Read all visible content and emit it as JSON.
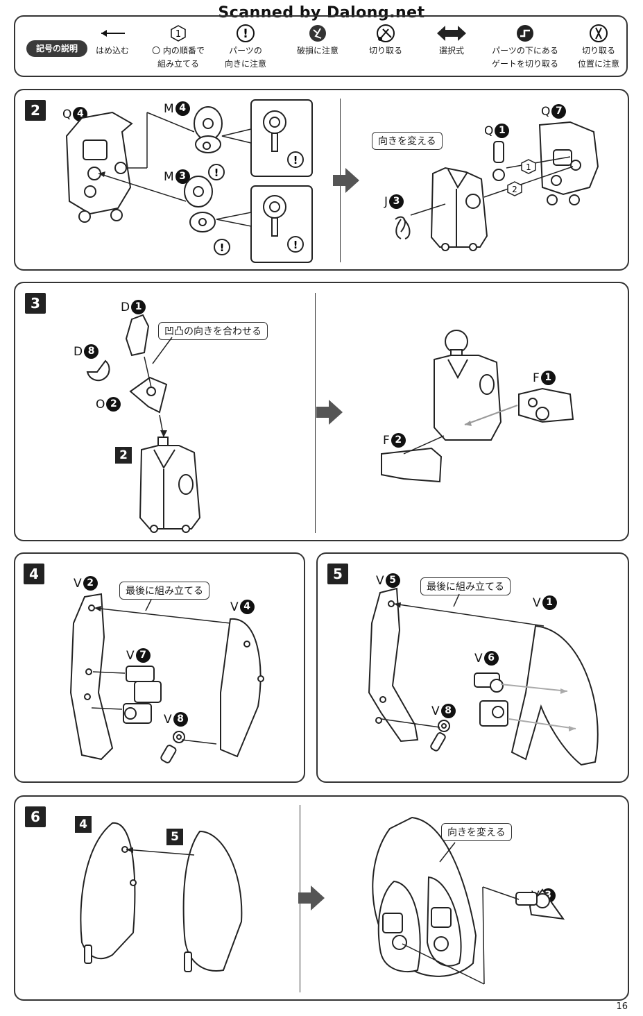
{
  "watermark": "Scanned by Dalong.net",
  "legend": {
    "title": "記号の説明",
    "items": [
      {
        "icon": "insert-arrow-icon",
        "label": "はめ込む"
      },
      {
        "icon": "hexagon-number-icon",
        "label": "〇 内の順番で\n組み立てる"
      },
      {
        "icon": "exclamation-icon",
        "label": "パーツの\n向きに注意"
      },
      {
        "icon": "broken-part-icon",
        "label": "破損に注意"
      },
      {
        "icon": "cut-icon",
        "label": "切り取る"
      },
      {
        "icon": "double-arrow-icon",
        "label": "選択式"
      },
      {
        "icon": "gate-cut-icon",
        "label": "パーツの下にある\nゲートを切り取る"
      },
      {
        "icon": "cut-position-icon",
        "label": "切り取る\n位置に注意"
      }
    ]
  },
  "steps": {
    "s2": {
      "number": "2",
      "parts": {
        "q4": {
          "l": "Q",
          "n": "4"
        },
        "m4": {
          "l": "M",
          "n": "4"
        },
        "m3": {
          "l": "M",
          "n": "3"
        },
        "q1": {
          "l": "Q",
          "n": "1"
        },
        "q7": {
          "l": "Q",
          "n": "7"
        },
        "j3": {
          "l": "J",
          "n": "3"
        }
      },
      "callout": "向きを変える",
      "order_1": "1",
      "order_2": "2",
      "warn": "!"
    },
    "s3": {
      "number": "3",
      "parts": {
        "d1": {
          "l": "D",
          "n": "1"
        },
        "d8": {
          "l": "D",
          "n": "8"
        },
        "o2": {
          "l": "O",
          "n": "2"
        },
        "f1": {
          "l": "F",
          "n": "1"
        },
        "f2": {
          "l": "F",
          "n": "2"
        }
      },
      "callout": "凹凸の向きを合わせる",
      "ref": "2"
    },
    "s4": {
      "number": "4",
      "parts": {
        "v2": {
          "l": "V",
          "n": "2"
        },
        "v4": {
          "l": "V",
          "n": "4"
        },
        "v7": {
          "l": "V",
          "n": "7"
        },
        "v8": {
          "l": "V",
          "n": "8"
        }
      },
      "callout": "最後に組み立てる"
    },
    "s5": {
      "number": "5",
      "parts": {
        "v5": {
          "l": "V",
          "n": "5"
        },
        "v1": {
          "l": "V",
          "n": "1"
        },
        "v6": {
          "l": "V",
          "n": "6"
        },
        "v8": {
          "l": "V",
          "n": "8"
        }
      },
      "callout": "最後に組み立てる"
    },
    "s6": {
      "number": "6",
      "ref_a": "4",
      "ref_b": "5",
      "parts": {
        "v3": {
          "l": "V",
          "n": "3"
        }
      },
      "callout": "向きを変える"
    }
  },
  "page_number": "16"
}
